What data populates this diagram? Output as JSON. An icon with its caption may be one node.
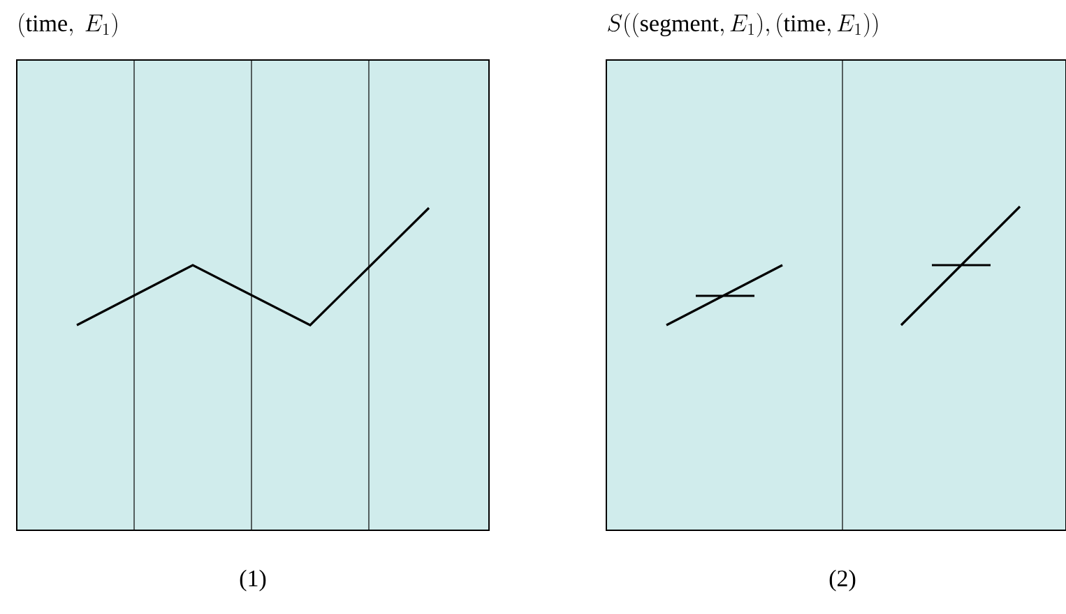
{
  "diagram": {
    "labels": [
      "(\\mathrm{time},\\ E_1)",
      "S((\\mathrm{segment},E_1),(\\mathrm{time},E_1))",
      "(1)",
      "(2)"
    ]
  }
}
